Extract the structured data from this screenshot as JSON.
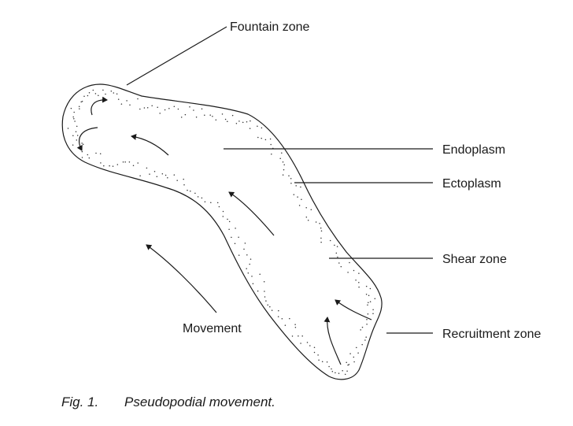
{
  "labels": {
    "fountain_zone": "Fountain zone",
    "endoplasm": "Endoplasm",
    "ectoplasm": "Ectoplasm",
    "shear_zone": "Shear zone",
    "recruitment_zone": "Recruitment zone",
    "movement": "Movement"
  },
  "caption": {
    "number": "Fig. 1.",
    "text": "Pseudopodial movement."
  },
  "colors": {
    "ink": "#1a1a1a",
    "background": "#ffffff"
  }
}
